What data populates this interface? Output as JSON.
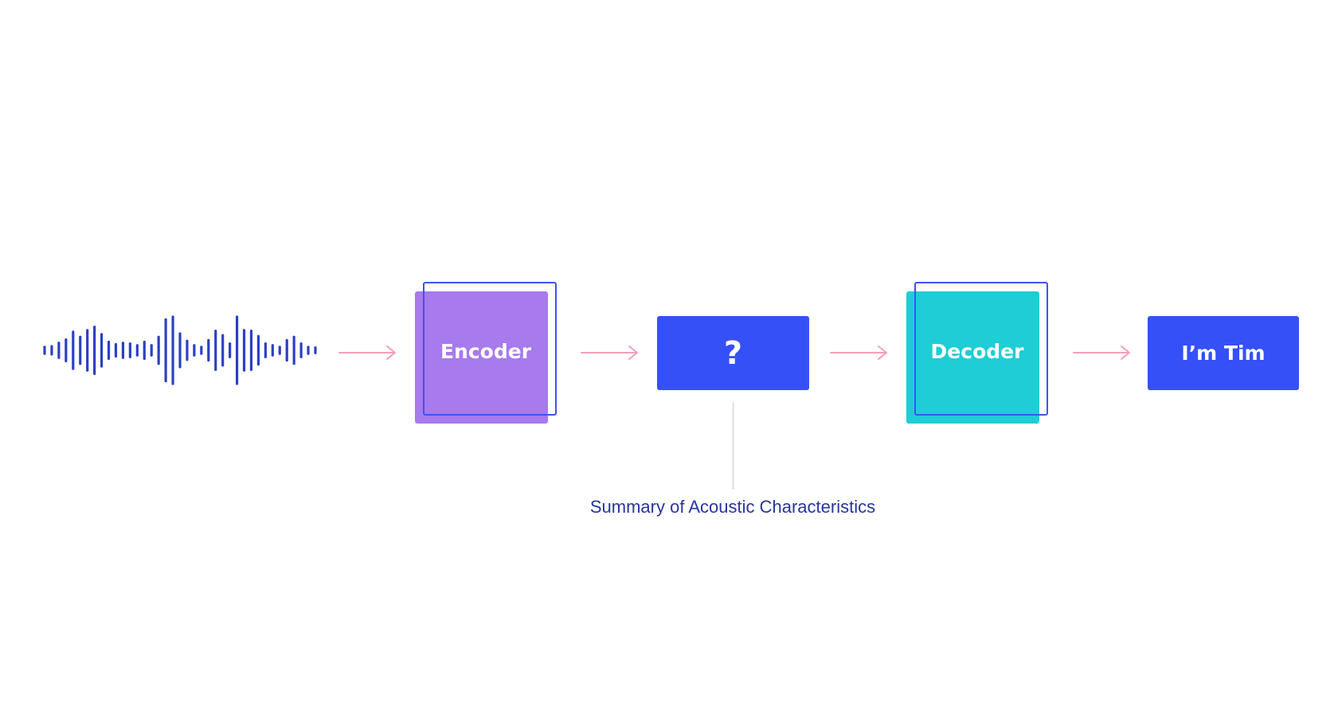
{
  "colors": {
    "waveform": "#2d3fc4",
    "arrow": "#f59fb7",
    "encoder_fill": "#a77aee",
    "decoder_fill": "#1ecdd6",
    "block_blue": "#3650f7",
    "outline": "#3d53f5",
    "caption": "#28359e",
    "connector": "#c8c8c8"
  },
  "waveform": {
    "icon": "sound-wave-icon",
    "amplitudes": [
      0.1,
      0.12,
      0.22,
      0.32,
      0.55,
      0.4,
      0.6,
      0.7,
      0.48,
      0.25,
      0.18,
      0.22,
      0.2,
      0.15,
      0.25,
      0.15,
      0.4,
      0.92,
      1.0,
      0.5,
      0.28,
      0.15,
      0.1,
      0.3,
      0.58,
      0.45,
      0.2,
      1.0,
      0.6,
      0.58,
      0.42,
      0.2,
      0.15,
      0.1,
      0.3,
      0.4,
      0.2,
      0.1,
      0.08
    ]
  },
  "arrows": {
    "icon": "arrow-right-icon"
  },
  "pipeline": {
    "encoder_label": "Encoder",
    "summary_label": "?",
    "decoder_label": "Decoder",
    "output_label": "I’m Tim"
  },
  "caption": {
    "text": "Summary of Acoustic Characteristics"
  }
}
